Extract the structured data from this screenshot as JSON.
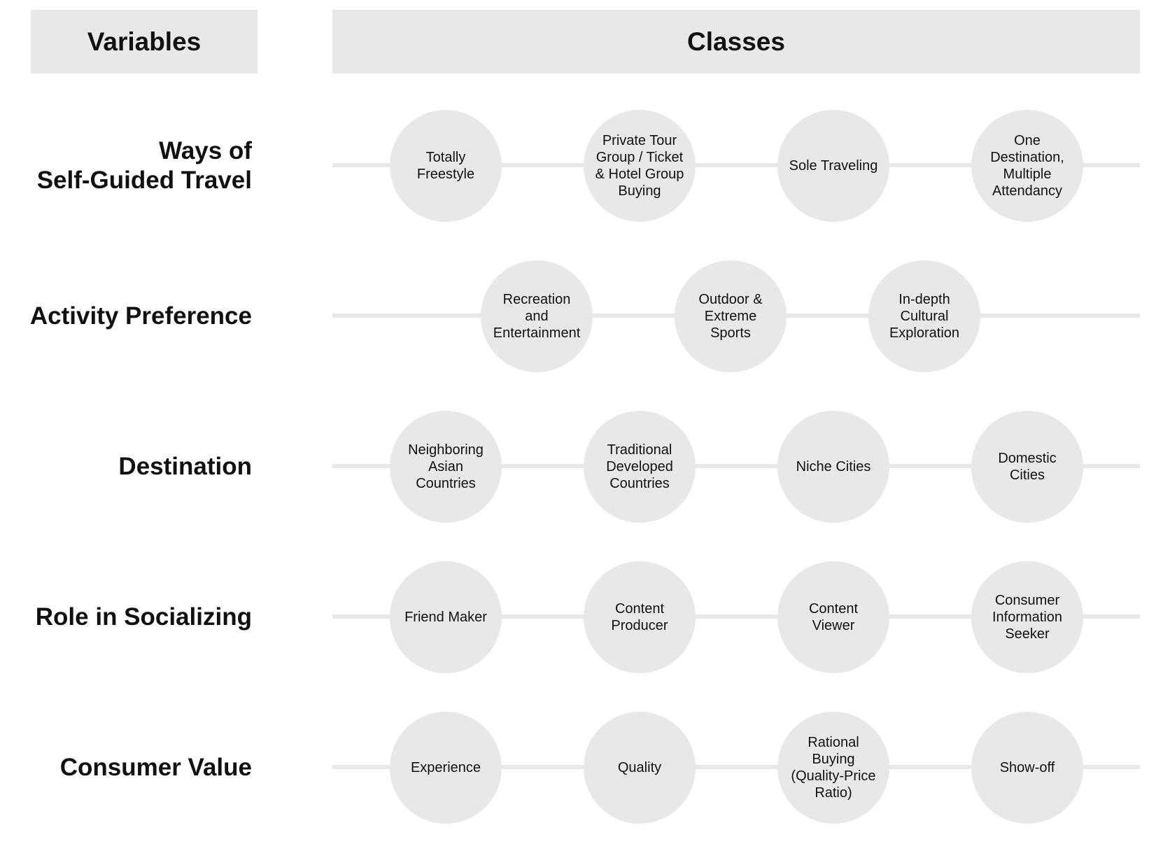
{
  "headers": {
    "variables": "Variables",
    "classes": "Classes"
  },
  "rows": [
    {
      "label": "Ways of\nSelf-Guided Travel",
      "classes": [
        "Totally\nFreestyle",
        "Private Tour\nGroup / Ticket\n& Hotel Group\nBuying",
        "Sole Traveling",
        "One\nDestination,\nMultiple\nAttendancy"
      ]
    },
    {
      "label": "Activity Preference",
      "classes": [
        "Recreation\nand\nEntertainment",
        "Outdoor &\nExtreme\nSports",
        "In-depth\nCultural\nExploration"
      ]
    },
    {
      "label": "Destination",
      "classes": [
        "Neighboring\nAsian\nCountries",
        "Traditional\nDeveloped\nCountries",
        "Niche Cities",
        "Domestic\nCities"
      ]
    },
    {
      "label": "Role in Socializing",
      "classes": [
        "Friend Maker",
        "Content\nProducer",
        "Content\nViewer",
        "Consumer\nInformation\nSeeker"
      ]
    },
    {
      "label": "Consumer Value",
      "classes": [
        "Experience",
        "Quality",
        "Rational\nBuying\n(Quality-Price\nRatio)",
        "Show-off"
      ]
    }
  ],
  "colors": {
    "shape_fill": "#e8e8e8",
    "text": "#111111"
  }
}
